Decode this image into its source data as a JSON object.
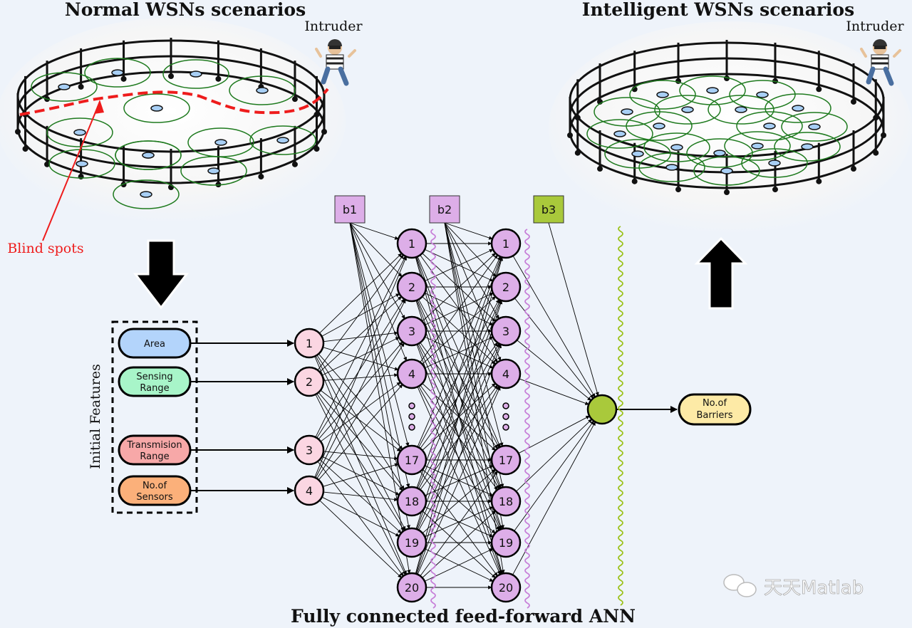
{
  "titles": {
    "normal": "Normal WSNs scenarios",
    "intelligent": "Intelligent WSNs scenarios",
    "ann": "Fully connected feed-forward ANN"
  },
  "labels": {
    "intruder_left": "Intruder",
    "intruder_right": "Intruder",
    "blind_spots": "Blind spots",
    "initial_features": "Initial Features"
  },
  "features": [
    {
      "line1": "Area",
      "line2": "",
      "color": "#b3d4fb"
    },
    {
      "line1": "Sensing",
      "line2": "Range",
      "color": "#a8f5c9"
    },
    {
      "line1": "Transmision",
      "line2": "Range",
      "color": "#f7a8a8"
    },
    {
      "line1": "No.of",
      "line2": "Sensors",
      "color": "#fbb07a"
    }
  ],
  "input_nodes": [
    "1",
    "2",
    "3",
    "4"
  ],
  "hidden1_nodes": [
    "1",
    "2",
    "3",
    "4",
    "17",
    "18",
    "19",
    "20"
  ],
  "hidden2_nodes": [
    "1",
    "2",
    "3",
    "4",
    "17",
    "18",
    "19",
    "20"
  ],
  "biases": [
    "b1",
    "b2",
    "b3"
  ],
  "output": {
    "line1": "No.of",
    "line2": "Barriers"
  },
  "watermark": "天天Matlab",
  "colors": {
    "background": "#eef3fa",
    "input_node": "#fbd6e2",
    "hidden_node": "#ddaee8",
    "output_node": "#a9c93b",
    "bias_hidden": "#ddaee8",
    "bias_output": "#a9c93b",
    "output_box": "#fdeaa6",
    "sensor_range": "#1e7a1e",
    "sensor": "#a8cff5",
    "blind_path": "#ee1c1c",
    "wave_hidden": "#c77fd8",
    "wave_output": "#9cc21a"
  }
}
